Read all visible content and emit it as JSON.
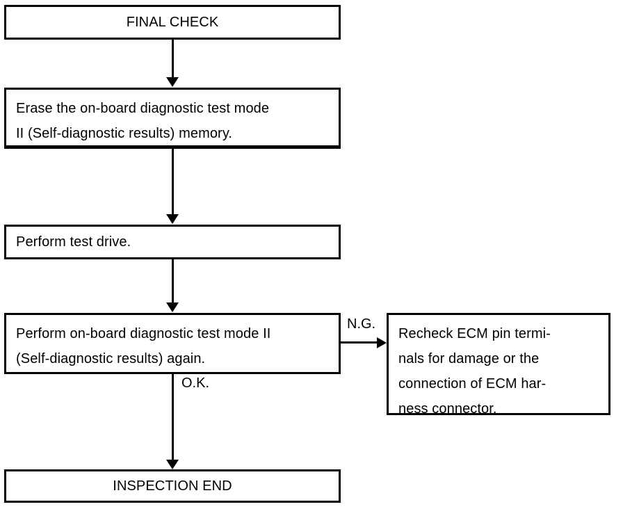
{
  "diagram": {
    "title": "FINAL CHECK",
    "nodes": [
      {
        "id": "final-check",
        "label": "FINAL CHECK",
        "align": "center"
      },
      {
        "id": "erase",
        "label": "Erase the on-board diagnostic test mode\nII (Self-diagnostic results) memory.",
        "align": "left"
      },
      {
        "id": "test-drive",
        "label": "Perform test drive.",
        "align": "left"
      },
      {
        "id": "retest",
        "label": "Perform on-board diagnostic test mode II\n(Self-diagnostic results) again.",
        "align": "left"
      },
      {
        "id": "recheck",
        "label": "Recheck ECM pin termi-\nnals for damage or the\nconnection of ECM har-\nness connector.",
        "align": "left"
      },
      {
        "id": "end",
        "label": "INSPECTION END",
        "align": "center"
      }
    ],
    "edge_labels": {
      "ng": "N.G.",
      "ok": "O.K."
    },
    "colors": {
      "stroke": "#000000",
      "background": "#ffffff",
      "text": "#000000"
    }
  }
}
